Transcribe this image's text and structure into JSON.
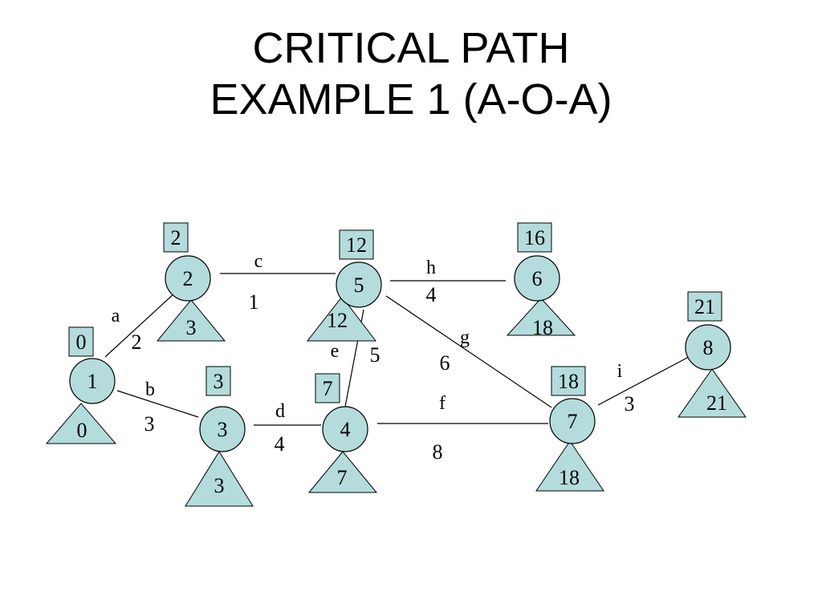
{
  "title": {
    "line1": "CRITICAL PATH",
    "line2": "EXAMPLE 1 (A-O-A)"
  },
  "nodes": [
    {
      "id": "1",
      "early": "0",
      "late": "0"
    },
    {
      "id": "2",
      "early": "2",
      "late": "3"
    },
    {
      "id": "3",
      "early": "3",
      "late": "3"
    },
    {
      "id": "4",
      "early": "7",
      "late": "7"
    },
    {
      "id": "5",
      "early": "12",
      "late": "12"
    },
    {
      "id": "6",
      "early": "16",
      "late": "18"
    },
    {
      "id": "7",
      "early": "18",
      "late": "18"
    },
    {
      "id": "8",
      "early": "21",
      "late": "21"
    }
  ],
  "activities": [
    {
      "name": "a",
      "duration": "2",
      "from": "1",
      "to": "2"
    },
    {
      "name": "b",
      "duration": "3",
      "from": "1",
      "to": "3"
    },
    {
      "name": "c",
      "duration": "1",
      "from": "2",
      "to": "5"
    },
    {
      "name": "d",
      "duration": "4",
      "from": "3",
      "to": "4"
    },
    {
      "name": "e",
      "duration": "5",
      "from": "4",
      "to": "5"
    },
    {
      "name": "f",
      "duration": "8",
      "from": "4",
      "to": "7"
    },
    {
      "name": "g",
      "duration": "6",
      "from": "5",
      "to": "7"
    },
    {
      "name": "h",
      "duration": "4",
      "from": "5",
      "to": "6"
    },
    {
      "name": "i",
      "duration": "3",
      "from": "7",
      "to": "8"
    }
  ],
  "colors": {
    "shape_fill": "#b4dcdc",
    "stroke": "#000000"
  }
}
